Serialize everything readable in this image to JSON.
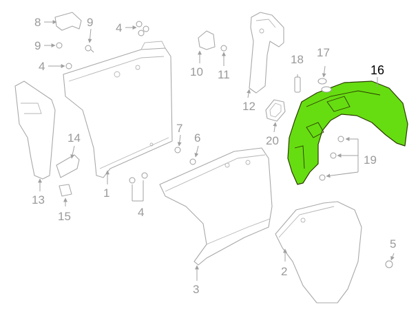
{
  "highlight_color": "#66dd11",
  "callouts": {
    "c1": "1",
    "c2": "2",
    "c3": "3",
    "c4a": "4",
    "c4b": "4",
    "c4c": "4",
    "c5": "5",
    "c6": "6",
    "c7": "7",
    "c8": "8",
    "c9a": "9",
    "c9b": "9",
    "c10": "10",
    "c11": "11",
    "c12": "12",
    "c13": "13",
    "c14": "14",
    "c15": "15",
    "c16": "16",
    "c17": "17",
    "c18": "18",
    "c19": "19",
    "c20": "20"
  },
  "highlighted_part": "16"
}
